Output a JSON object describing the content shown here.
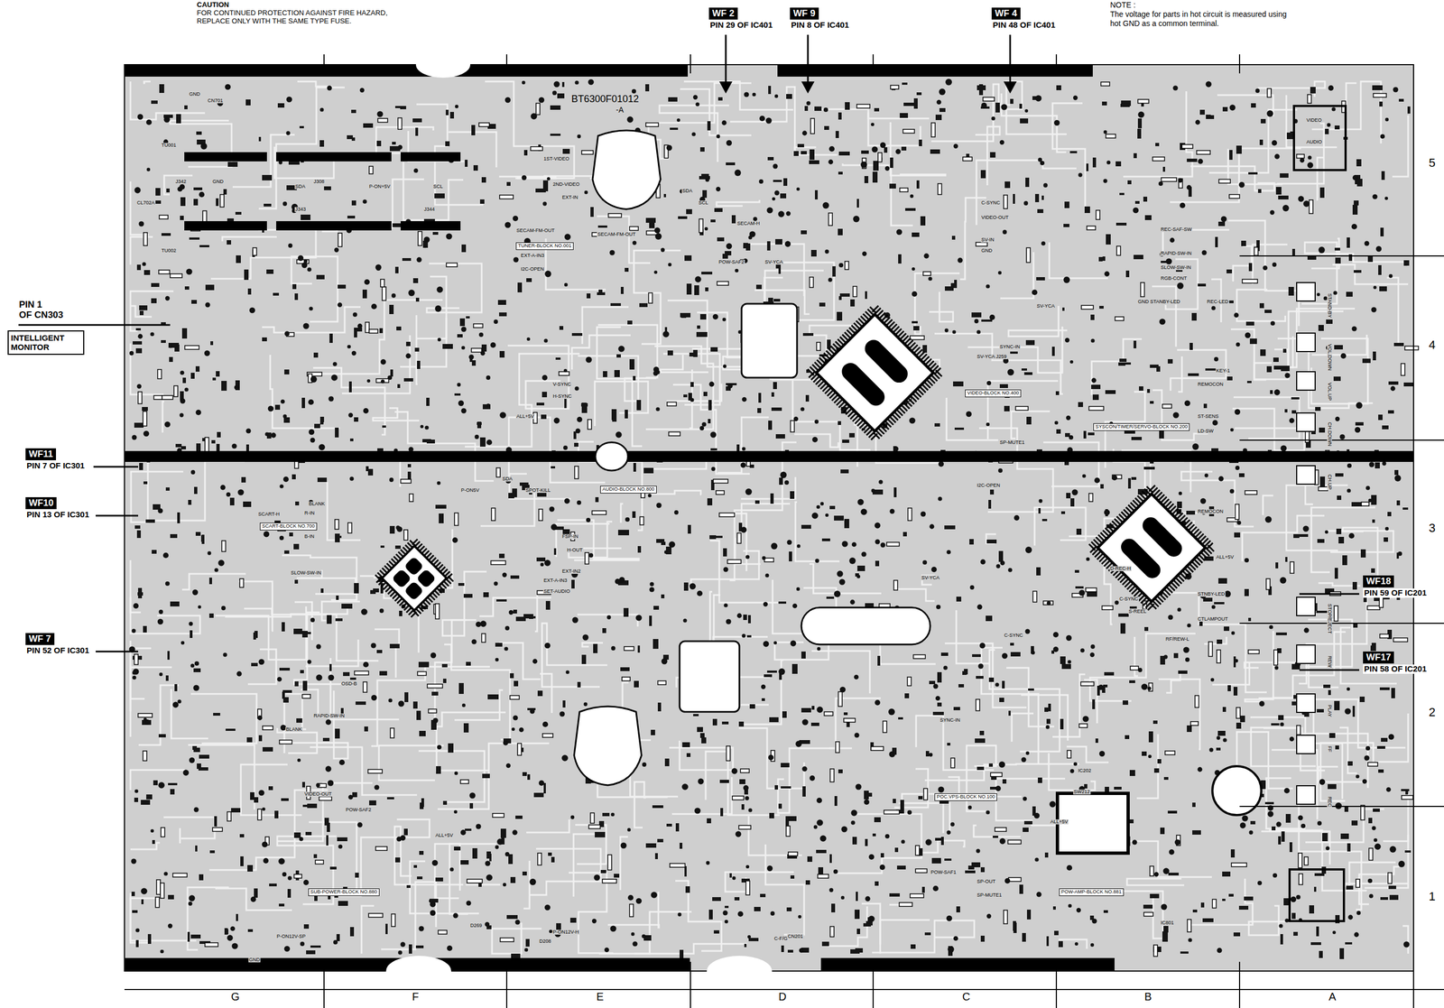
{
  "diagram": {
    "nodes": [
      {
        "text": [
          "INTELLIGENT MONITOR"
        ]
      },
      {
        "text": [
          "WF 2",
          "PIN 29 OF IC401"
        ]
      },
      {
        "text": [
          "WF 9",
          "PIN 8 OF IC401"
        ]
      },
      {
        "text": [
          "WF 4",
          "PIN 48 OF IC401"
        ]
      },
      {
        "text": [
          "WF11",
          "PIN 7 OF IC301"
        ]
      },
      {
        "text": [
          "WF10",
          "PIN 13 OF IC301"
        ]
      },
      {
        "text": [
          "WF 7",
          "PIN 52 OF IC301"
        ]
      },
      {
        "text": [
          "WF18",
          "PIN 59 OF IC201"
        ]
      },
      {
        "text": [
          "WF17",
          "PIN 58 OF IC201"
        ]
      },
      {
        "text": [
          "TUNER-BLOCK NO.001"
        ]
      },
      {
        "text": [
          "VIDEO-BLOCK NO.400"
        ]
      },
      {
        "text": [
          "SYSCON/TIMER/SERVO-BLOCK NO.200"
        ]
      },
      {
        "text": [
          "SCART-BLOCK NO.700"
        ]
      },
      {
        "text": [
          "AUDIO-BLOCK NO.800"
        ]
      },
      {
        "text": [
          "SUB-POWER-BLOCK NO.880"
        ]
      },
      {
        "text": [
          "POC.VPS-BLOCK NO.100"
        ]
      },
      {
        "text": [
          "POW-AMP-BLOCK NO.881"
        ]
      }
    ],
    "labels": [
      "CAUTION",
      "FOR CONTINUED PROTECTION AGAINST FIRE HAZARD,",
      "REPLACE ONLY WITH THE SAME TYPE FUSE.",
      "NOTE :",
      "The voltage for parts in hot circuit is measured using",
      "hot GND as a common terminal.",
      "PIN 1",
      "OF CN303",
      "BT6300F01012",
      "-A",
      "G",
      "F",
      "E",
      "D",
      "C",
      "B",
      "A",
      "5",
      "4",
      "3",
      "2",
      "1",
      "STAND-BY",
      "VOL.DOWN",
      "VOL.UP",
      "CH.DOWN",
      "CH.UP",
      "STOP/EJECT",
      "REW",
      "PLAY",
      "FF",
      "REC",
      "TU001",
      "TU002",
      "GND",
      "CN701",
      "SDA",
      "SCL",
      "P-ON+5V",
      "GND",
      "J342",
      "J308",
      "J343",
      "J344",
      "CL702A",
      "1ST-VIDEO",
      "2ND-VIDEO",
      "EXT-IN",
      "SECAM-FM-OUT",
      "SECAM-FM-OUT",
      "EXT-A-IN3",
      "I2C-OPEN",
      "V-SYNC",
      "H-SYNC",
      "ALL+5V",
      "SDA",
      "SCL",
      "SECAM-H",
      "POW-SAF2",
      "SV-YCA",
      "C-SYNC",
      "VIDEO-OUT",
      "SV-IN",
      "GND",
      "SV-YCA",
      "SYNC-IN",
      "SV-YCA J259",
      "SP-MUTE1",
      "REC-SAF-SW",
      "RAPID-SW-IN",
      "SLOW-SW-IN",
      "RGB-CONT",
      "GND STANBY-LED",
      "REC-LED",
      "REMOCON",
      "ST-SENS",
      "LD-SW",
      "KEY-1",
      "REMOCON",
      "ALL+5V",
      "STNBY-LED",
      "CTLAMPOUT",
      "RF/REW-L",
      "BLANK",
      "R-IN",
      "G-IN",
      "B-IN",
      "SLOW-SW-IN",
      "SCART-H",
      "FSP-IN",
      "H-OUT",
      "EXT-IN2",
      "EXT-A-IN3",
      "SET-AUDIO",
      "SPOT-KILL",
      "SDA",
      "P-ON5V",
      "C-SYNC",
      "S-REEL",
      "D-REC-H",
      "SV-YCA",
      "I2C-OPEN",
      "C-SYNC",
      "SYNC-IN",
      "VIDEO-OUT",
      "POW-SAF2",
      "BLANK",
      "RAPID-SW-IN",
      "OSD-B",
      "ALL+5V",
      "P-ON12V-H",
      "P-ON12V-SP",
      "GND",
      "D269",
      "D208",
      "C-F/G",
      "POW-SAF1",
      "ALL+5V",
      "SP-OUT",
      "SP-MUTE1",
      "IC202",
      "IC801",
      "SW212",
      "CN201",
      "VIDEO",
      "AUDIO"
    ]
  }
}
